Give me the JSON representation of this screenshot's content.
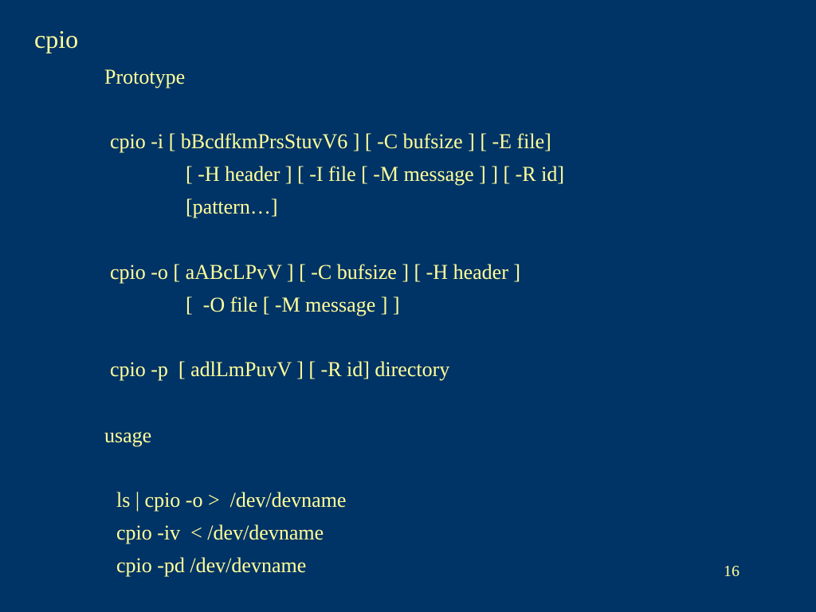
{
  "slide": {
    "title": "cpio",
    "sections": {
      "prototype_heading": "Prototype",
      "proto_i_1": "cpio -i [ bBcdfkmPrsStuvV6 ] [ -C bufsize ] [ -E file]",
      "proto_i_2": "[ -H header ] [ -I file [ -M message ] ] [ -R id]",
      "proto_i_3": "[pattern…]",
      "proto_o_1": "cpio -o [ aABcLPvV ] [ -C bufsize ] [ -H header ]",
      "proto_o_2": "[  -O file [ -M message ] ]",
      "proto_p_1": "cpio -p  [ adlLmPuvV ] [ -R id] directory",
      "usage_heading": "usage",
      "usage_1": "ls | cpio -o >  /dev/devname",
      "usage_2": "cpio -iv  < /dev/devname",
      "usage_3": "cpio -pd /dev/devname"
    },
    "page_number": "16"
  },
  "colors": {
    "background": "#003366",
    "text": "#ffff99"
  }
}
